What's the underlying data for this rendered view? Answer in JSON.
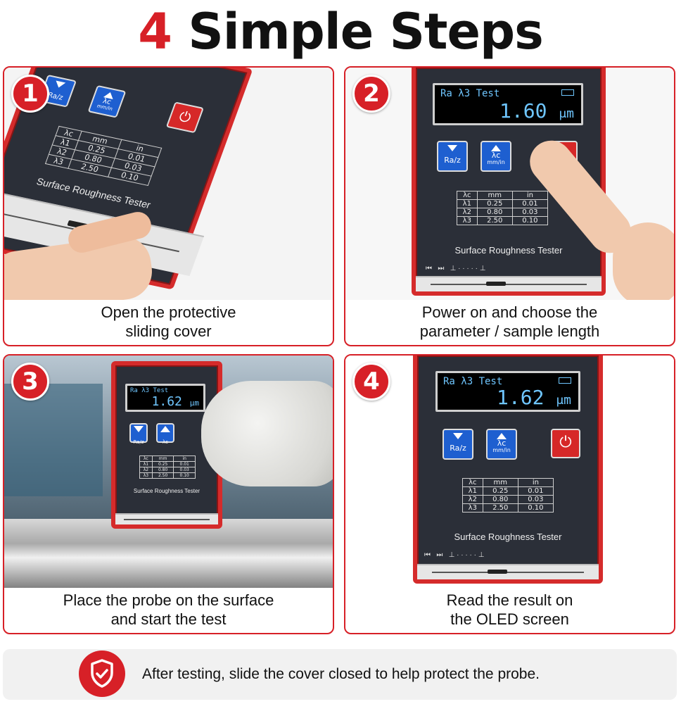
{
  "header": {
    "number": "4",
    "title": "Simple Steps"
  },
  "device": {
    "mode_text": "Ra λ3 Test",
    "unit": "μm",
    "button_down_label": "Ra/z",
    "button_up_label": "λc",
    "button_up_sublabel": "mm/in",
    "label": "Surface Roughness Tester",
    "table": {
      "headers": [
        "λc",
        "mm",
        "in"
      ],
      "rows": [
        [
          "λ1",
          "0.25",
          "0.01"
        ],
        [
          "λ2",
          "0.80",
          "0.03"
        ],
        [
          "λ3",
          "2.50",
          "0.10"
        ]
      ]
    }
  },
  "steps": [
    {
      "number": "1",
      "caption_line1": "Open the protective",
      "caption_line2": "sliding cover"
    },
    {
      "number": "2",
      "caption_line1": "Power on and choose the",
      "caption_line2": "parameter / sample length",
      "reading": "1.60"
    },
    {
      "number": "3",
      "caption_line1": "Place the probe on the surface",
      "caption_line2": "and start the test",
      "reading": "1.62"
    },
    {
      "number": "4",
      "caption_line1": "Read the result on",
      "caption_line2": "the OLED screen",
      "reading": "1.62"
    }
  ],
  "footer": {
    "text": "After testing, slide the cover closed to help protect the probe.",
    "icon": "shield-check-icon"
  },
  "colors": {
    "accent": "#d72027",
    "screen_text": "#6fc6ff",
    "button_blue": "#1e5fd0",
    "device_body": "#2b2f38"
  }
}
